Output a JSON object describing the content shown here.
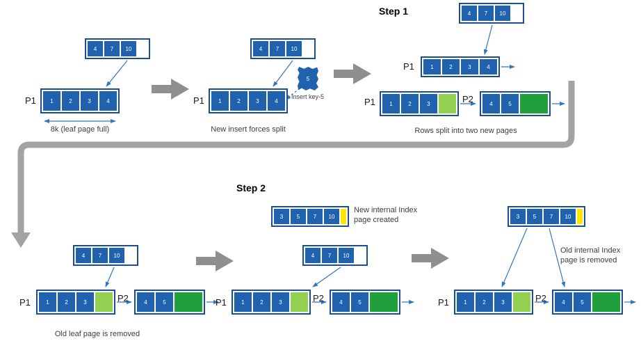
{
  "titles": {
    "step1": "Step 1",
    "step2": "Step 2"
  },
  "labels": {
    "p1": "P1",
    "p2": "P2"
  },
  "captions": {
    "leaf_full": "8k (leaf page full)",
    "insert_forces_split": "New insert forces split",
    "insert_key": "Insert key-5",
    "rows_split": "Rows split into two new pages",
    "new_internal_created": "New internal Index page created",
    "old_leaf_removed": "Old leaf page is removed",
    "old_internal_removed": "Old internal Index page is removed"
  },
  "torn_page": {
    "value": "5"
  },
  "colors": {
    "page_blue": "#2062ae",
    "page_border": "#1b4e8f",
    "light_green": "#92d050",
    "dark_green": "#1fa03c",
    "yellow": "#ffe600",
    "pointer_blue": "#2e75c3",
    "step_arrow_gray": "#8f8f8f",
    "connector_gray": "#a3a3a3"
  },
  "pages": {
    "a_internal": {
      "cells": [
        {
          "v": "4",
          "c": "blue"
        },
        {
          "v": "7",
          "c": "blue"
        },
        {
          "v": "10",
          "c": "blue"
        },
        {
          "v": "",
          "c": "white"
        }
      ]
    },
    "a_leaf": {
      "cells": [
        {
          "v": "1",
          "c": "blue"
        },
        {
          "v": "2",
          "c": "blue"
        },
        {
          "v": "3",
          "c": "blue"
        },
        {
          "v": "4",
          "c": "blue"
        }
      ]
    },
    "b_internal": {
      "cells": [
        {
          "v": "4",
          "c": "blue"
        },
        {
          "v": "7",
          "c": "blue"
        },
        {
          "v": "10",
          "c": "blue"
        },
        {
          "v": "",
          "c": "white"
        }
      ]
    },
    "b_leaf": {
      "cells": [
        {
          "v": "1",
          "c": "blue"
        },
        {
          "v": "2",
          "c": "blue"
        },
        {
          "v": "3",
          "c": "blue"
        },
        {
          "v": "4",
          "c": "blue"
        }
      ]
    },
    "c_internal": {
      "cells": [
        {
          "v": "4",
          "c": "blue"
        },
        {
          "v": "7",
          "c": "blue"
        },
        {
          "v": "10",
          "c": "blue"
        },
        {
          "v": "",
          "c": "white"
        }
      ]
    },
    "c_mid": {
      "cells": [
        {
          "v": "1",
          "c": "blue"
        },
        {
          "v": "2",
          "c": "blue"
        },
        {
          "v": "3",
          "c": "blue"
        },
        {
          "v": "4",
          "c": "blue"
        }
      ]
    },
    "c_p1": {
      "cells": [
        {
          "v": "1",
          "c": "blue"
        },
        {
          "v": "2",
          "c": "blue"
        },
        {
          "v": "3",
          "c": "blue"
        },
        {
          "v": "",
          "c": "lgreen"
        }
      ]
    },
    "c_p2": {
      "cells": [
        {
          "v": "4",
          "c": "blue"
        },
        {
          "v": "5",
          "c": "blue"
        },
        {
          "v": "",
          "c": "dgreen"
        }
      ]
    },
    "d_internal": {
      "cells": [
        {
          "v": "4",
          "c": "blue"
        },
        {
          "v": "7",
          "c": "blue"
        },
        {
          "v": "10",
          "c": "blue"
        },
        {
          "v": "",
          "c": "white"
        }
      ]
    },
    "d_p1": {
      "cells": [
        {
          "v": "1",
          "c": "blue"
        },
        {
          "v": "2",
          "c": "blue"
        },
        {
          "v": "3",
          "c": "blue"
        },
        {
          "v": "",
          "c": "lgreen"
        }
      ]
    },
    "d_p2": {
      "cells": [
        {
          "v": "4",
          "c": "blue"
        },
        {
          "v": "5",
          "c": "blue"
        },
        {
          "v": "",
          "c": "dgreen"
        }
      ]
    },
    "e_new_internal": {
      "cells": [
        {
          "v": "3",
          "c": "blue"
        },
        {
          "v": "5",
          "c": "blue"
        },
        {
          "v": "7",
          "c": "blue"
        },
        {
          "v": "10",
          "c": "blue"
        },
        {
          "v": "",
          "c": "yellow"
        }
      ]
    },
    "e_internal": {
      "cells": [
        {
          "v": "4",
          "c": "blue"
        },
        {
          "v": "7",
          "c": "blue"
        },
        {
          "v": "10",
          "c": "blue"
        },
        {
          "v": "",
          "c": "white"
        }
      ]
    },
    "e_p1": {
      "cells": [
        {
          "v": "1",
          "c": "blue"
        },
        {
          "v": "2",
          "c": "blue"
        },
        {
          "v": "3",
          "c": "blue"
        },
        {
          "v": "",
          "c": "lgreen"
        }
      ]
    },
    "e_p2": {
      "cells": [
        {
          "v": "4",
          "c": "blue"
        },
        {
          "v": "5",
          "c": "blue"
        },
        {
          "v": "",
          "c": "dgreen"
        }
      ]
    },
    "f_new_internal": {
      "cells": [
        {
          "v": "3",
          "c": "blue"
        },
        {
          "v": "5",
          "c": "blue"
        },
        {
          "v": "7",
          "c": "blue"
        },
        {
          "v": "10",
          "c": "blue"
        },
        {
          "v": "",
          "c": "yellow"
        }
      ]
    },
    "f_p1": {
      "cells": [
        {
          "v": "1",
          "c": "blue"
        },
        {
          "v": "2",
          "c": "blue"
        },
        {
          "v": "3",
          "c": "blue"
        },
        {
          "v": "",
          "c": "lgreen"
        }
      ]
    },
    "f_p2": {
      "cells": [
        {
          "v": "4",
          "c": "blue"
        },
        {
          "v": "5",
          "c": "blue"
        },
        {
          "v": "",
          "c": "dgreen"
        }
      ]
    }
  }
}
